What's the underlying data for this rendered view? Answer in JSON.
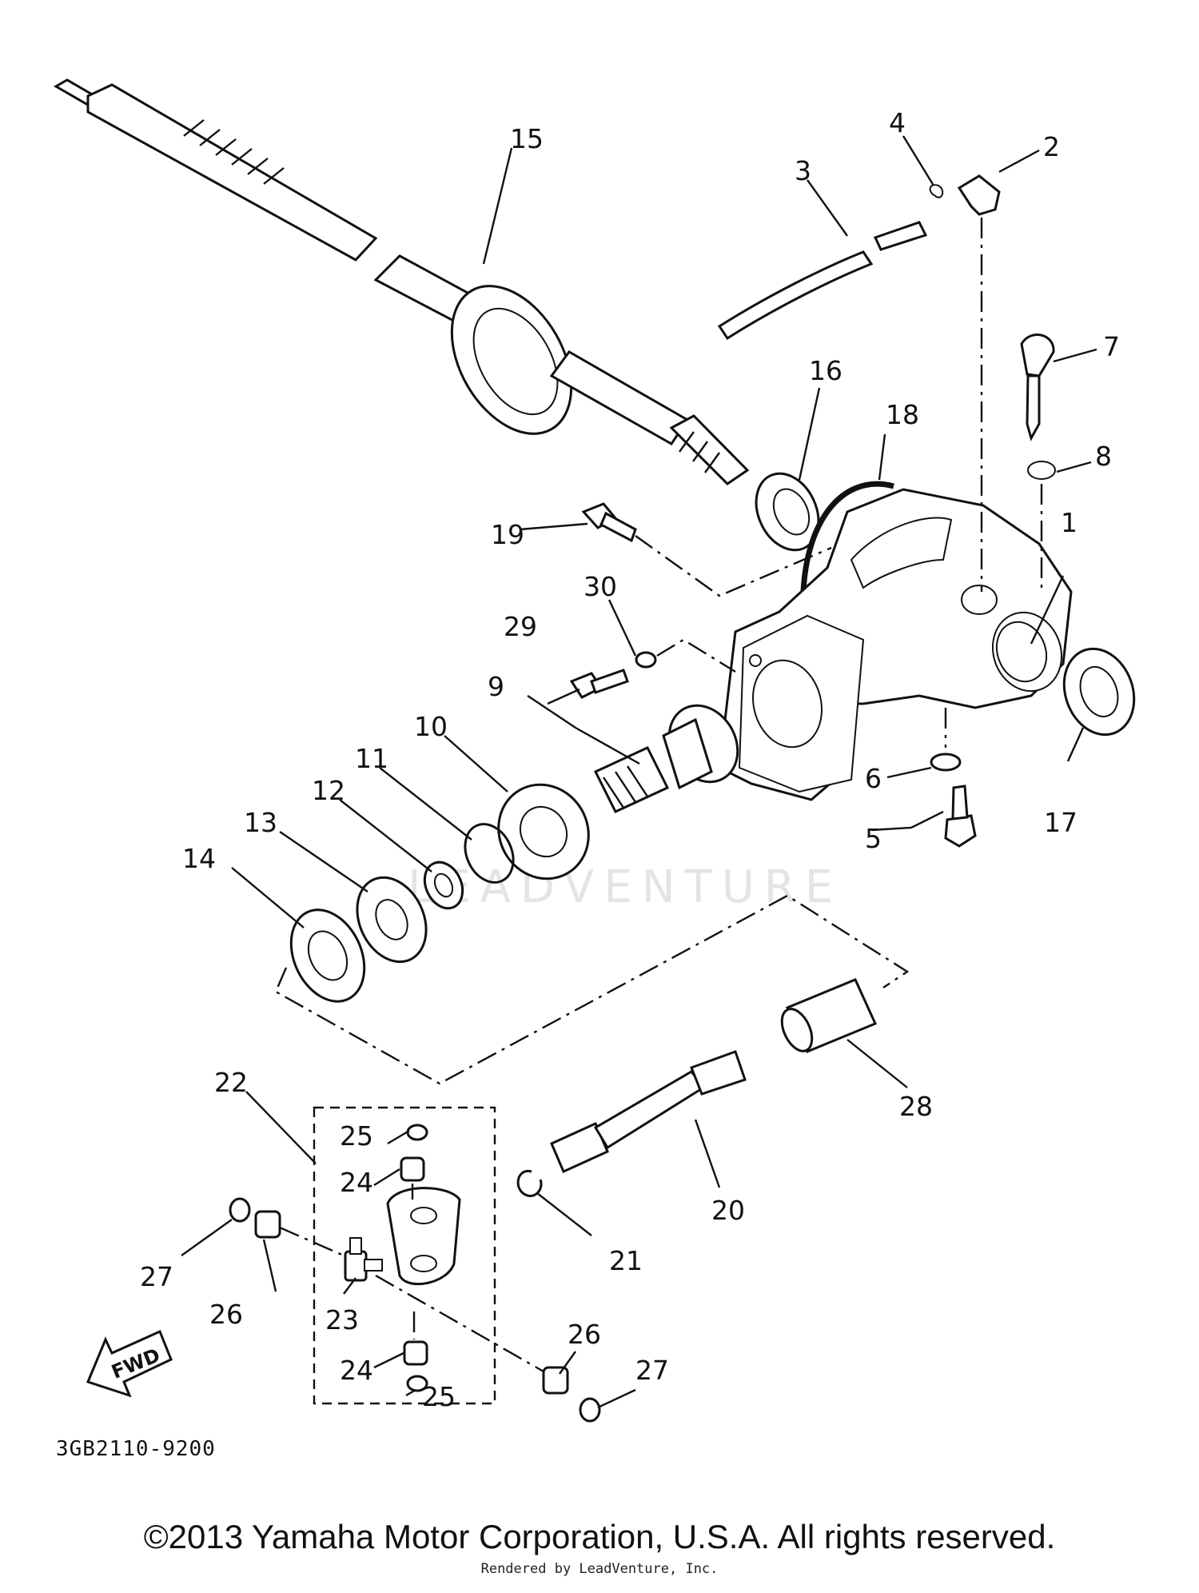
{
  "diagram": {
    "callouts": {
      "c1": "1",
      "c2": "2",
      "c3": "3",
      "c4": "4",
      "c5": "5",
      "c6": "6",
      "c7": "7",
      "c8": "8",
      "c9": "9",
      "c10": "10",
      "c11": "11",
      "c12": "12",
      "c13": "13",
      "c14": "14",
      "c15": "15",
      "c16": "16",
      "c17": "17",
      "c18": "18",
      "c19": "19",
      "c20": "20",
      "c21": "21",
      "c22": "22",
      "c23": "23",
      "c24a": "24",
      "c24b": "24",
      "c25a": "25",
      "c25b": "25",
      "c26a": "26",
      "c26b": "26",
      "c27a": "27",
      "c27b": "27",
      "c28": "28",
      "c29": "29",
      "c30": "30"
    },
    "fwd_label": "FWD",
    "part_code": "3GB2110-9200",
    "watermark": "LEADVENTURE"
  },
  "footer": {
    "copyright": "©2013 Yamaha Motor Corporation, U.S.A. All rights reserved.",
    "rendered_by": "Rendered by LeadVenture, Inc."
  }
}
